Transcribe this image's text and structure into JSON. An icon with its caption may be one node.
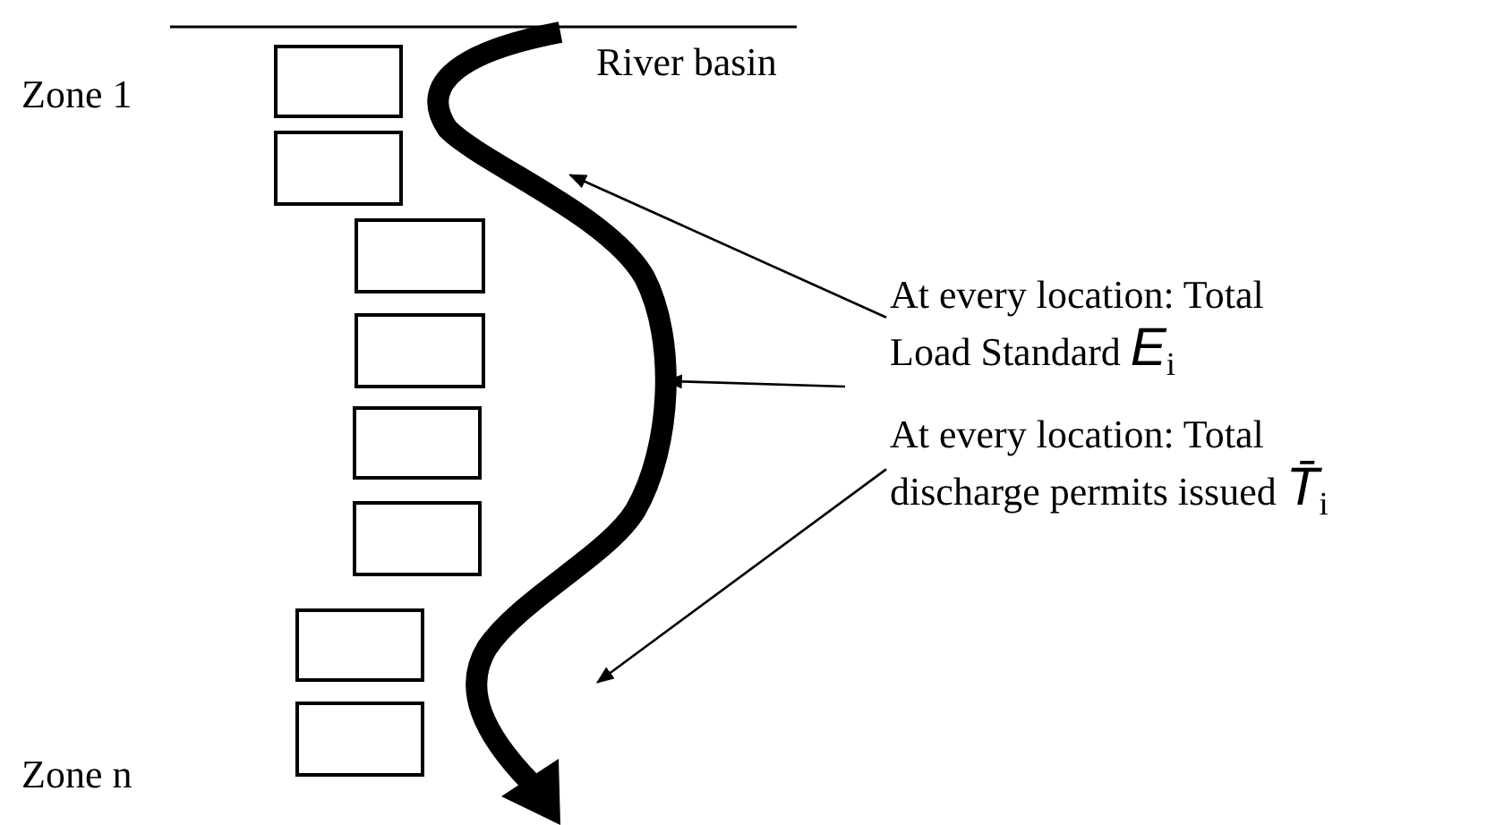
{
  "diagram": {
    "nodes": [
      {
        "text": [],
        "shape": "box"
      },
      {
        "text": [],
        "shape": "box"
      },
      {
        "text": [],
        "shape": "box"
      },
      {
        "text": [],
        "shape": "box"
      },
      {
        "text": [],
        "shape": "box"
      },
      {
        "text": [],
        "shape": "box"
      },
      {
        "text": [],
        "shape": "box"
      },
      {
        "text": [],
        "shape": "box"
      },
      {
        "text": [],
        "shape": "river"
      },
      {
        "text": [
          "At every location: Total Load Standard *E*$_{i}$"
        ]
      },
      {
        "text": [
          "At every location: Total discharge permits issued *T̄*$_{i}$"
        ]
      }
    ],
    "edges": [
      {
        "from": 9,
        "to": 8,
        "arrow": "to"
      },
      {
        "from": null,
        "to": 8,
        "arrow": "to"
      },
      {
        "from": 10,
        "to": 8,
        "arrow": "to"
      }
    ],
    "labels": [
      "River basin",
      "Zone 1",
      "Zone n"
    ]
  }
}
